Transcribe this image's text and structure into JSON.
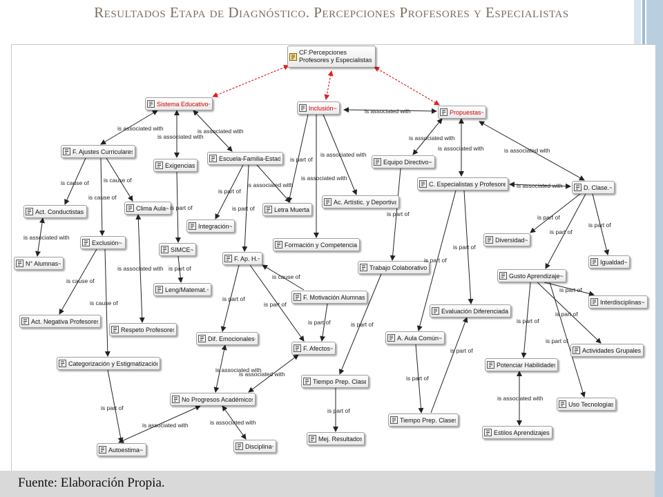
{
  "slide": {
    "title": "Resultados Etapa de Diagnóstico. Percepciones Profesores y Especialistas",
    "footer": "Fuente: Elaboración Propia."
  },
  "colors": {
    "title": "#7a6d5e",
    "red_link": "#e02020",
    "black_link": "#222222",
    "footer_band": "#d9d9d9",
    "right_bar_1": "#b9cfe0",
    "right_bar_2": "#d7e4ee",
    "right_bar_3": "#9fbad0"
  },
  "node_icon": "code-document-icon",
  "nodes": {
    "root": "CF:Percepciones Profesores y Especialistas",
    "sistema": "Sistema Educativo~",
    "inclusion": "Inclusión~",
    "propuestas": "Propuestas~",
    "ajustes": "F. Ajustes Curriculares~",
    "exigencias": "Exigencias~",
    "escuela": "Escuela-Familia-Estado~",
    "equipo": "Equipo Directivo~",
    "esp_prof": "C. Especialistas y Profesores~",
    "dclase": "D. Clase.~",
    "act_cond": "Act. Conductistas~",
    "clima": "Clima Aula~",
    "integracion": "Integración~",
    "letra": "Letra Muerta~",
    "acartistic": "Ac. Artístic. y Deportivas~",
    "n_alumnas": "N° Alumnas~",
    "exclusion": "Exclusión~",
    "simce": "SIMCE~",
    "formacion": "Formación y Competencias~",
    "diversidad": "Diversidad~",
    "igualdad": "Igualdad~",
    "fap": "F. Ap. H.~",
    "trabajo": "Trabajo Colaborativo~",
    "leng": "Leng/Matemat.~",
    "gusto": "Gusto Aprendizaje~",
    "motivacion": "F. Motivación Alumnas~",
    "interdisc": "Interdisciplinas~",
    "act_neg": "Act. Negativa Profesores~",
    "respeto": "Respeto Profesores~",
    "eval_dif": "Evaluación Diferenciada~",
    "dif_emoc": "Dif. Emocionales~",
    "aula_comun": "A. Aula Común~",
    "afectos": "F. Afectos~",
    "act_grup": "Actividades Grupales~",
    "categ": "Categorización y Estigmatización~",
    "potenciar": "Potenciar Habilidades~",
    "tiempo1": "Tiempo Prep. Clases~",
    "no_prog": "No Progresos Académicos~",
    "uso_tec": "Uso Tecnologías~",
    "tiempo2": "Tiempo Prep. Clases~",
    "mej_res": "Mej. Resultados~",
    "estilos": "Estilos Aprendizajes~",
    "disciplina": "Disciplina~",
    "autoestima": "Autoestima~"
  },
  "relations": {
    "assoc": "is associated with",
    "cause": "is cause of",
    "part": "is part of"
  }
}
